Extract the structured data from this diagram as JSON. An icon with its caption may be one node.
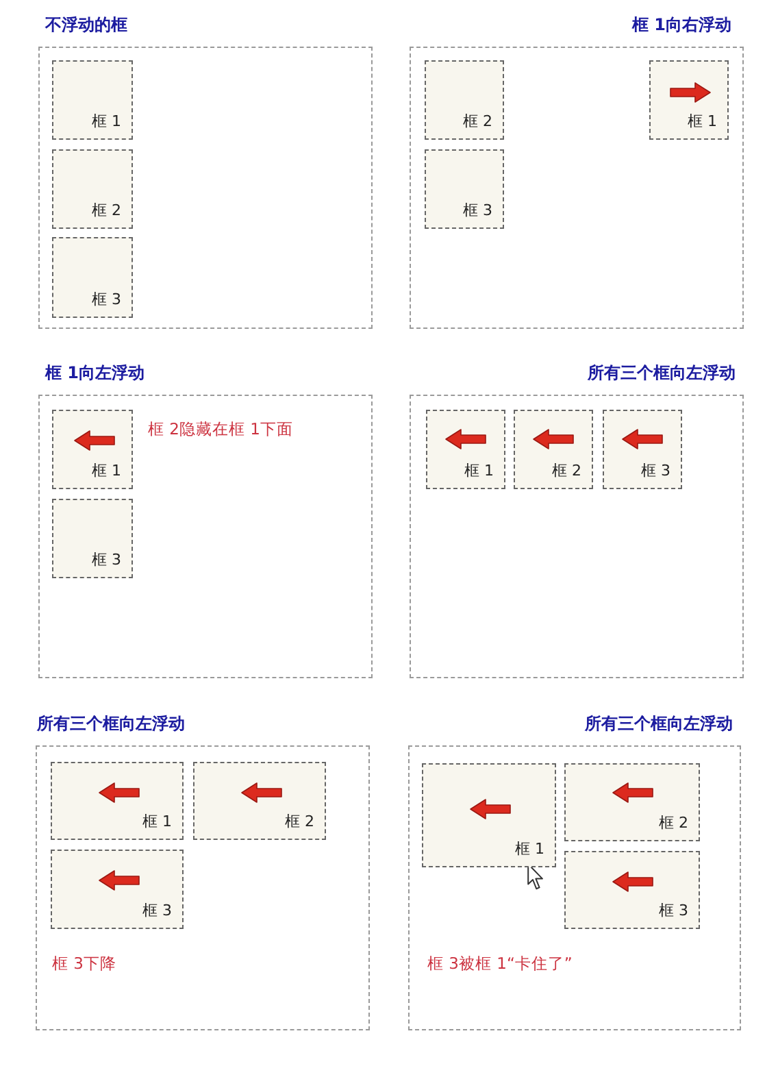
{
  "diagram": {
    "nodes": [
      {
        "text": [
          "不浮动的框"
        ]
      },
      {
        "text": [
          "框 1"
        ],
        "in": 0
      },
      {
        "text": [
          "框 2"
        ],
        "in": 0
      },
      {
        "text": [
          "框 3"
        ],
        "in": 0
      },
      {
        "text": [
          "框 1向右浮动"
        ]
      },
      {
        "text": [
          "框 2"
        ],
        "in": 4
      },
      {
        "text": [
          "框 1"
        ],
        "in": 4
      },
      {
        "text": [
          "框 3"
        ],
        "in": 4
      },
      {
        "text": [
          "框 1向左浮动",
          "框 2隐藏在框 1下面"
        ]
      },
      {
        "text": [
          "框 1"
        ],
        "in": 8
      },
      {
        "text": [
          "框 3"
        ],
        "in": 8
      },
      {
        "text": [
          "所有三个框向左浮动"
        ]
      },
      {
        "text": [
          "框 1"
        ],
        "in": 11
      },
      {
        "text": [
          "框 2"
        ],
        "in": 11
      },
      {
        "text": [
          "框 3"
        ],
        "in": 11
      },
      {
        "text": [
          "所有三个框向左浮动",
          "框 3下降"
        ]
      },
      {
        "text": [
          "框 1"
        ],
        "in": 15
      },
      {
        "text": [
          "框 2"
        ],
        "in": 15
      },
      {
        "text": [
          "框 3"
        ],
        "in": 15
      },
      {
        "text": [
          "所有三个框向左浮动",
          "框 3被框 1“卡住了”"
        ]
      },
      {
        "text": [
          "框 1"
        ],
        "in": 19
      },
      {
        "text": [
          "框 2"
        ],
        "in": 19
      },
      {
        "text": [
          "框 3"
        ],
        "in": 19
      }
    ]
  }
}
